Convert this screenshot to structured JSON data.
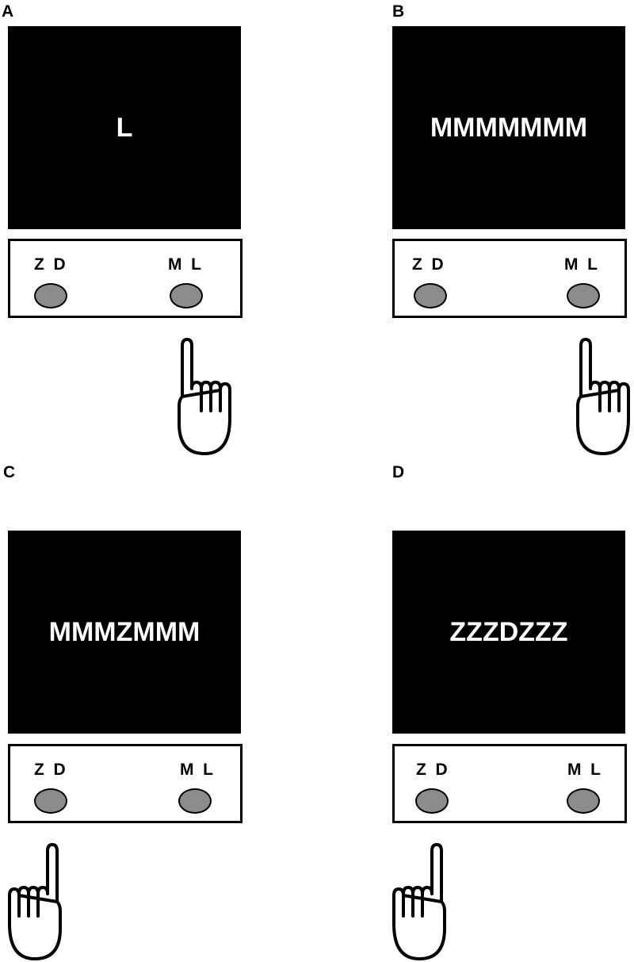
{
  "panels": [
    {
      "id": "a",
      "letter": "A",
      "stimulus": "L",
      "left_keys": "Z  D",
      "right_keys": "M  L",
      "pressed_side": "right"
    },
    {
      "id": "b",
      "letter": "B",
      "stimulus": "MMMMMMM",
      "left_keys": "Z  D",
      "right_keys": "M  L",
      "pressed_side": "right"
    },
    {
      "id": "c",
      "letter": "C",
      "stimulus": "MMMZMMM",
      "left_keys": "Z  D",
      "right_keys": "M  L",
      "pressed_side": "left"
    },
    {
      "id": "d",
      "letter": "D",
      "stimulus": "ZZZDZZZ",
      "left_keys": "Z  D",
      "right_keys": "M  L",
      "pressed_side": "left"
    }
  ],
  "colors": {
    "screen": "#000000",
    "stimulus_text": "#ffffff",
    "button_fill": "#8c8c8c",
    "outline": "#000000"
  },
  "icons": {
    "hand": "pointing-hand-icon"
  }
}
